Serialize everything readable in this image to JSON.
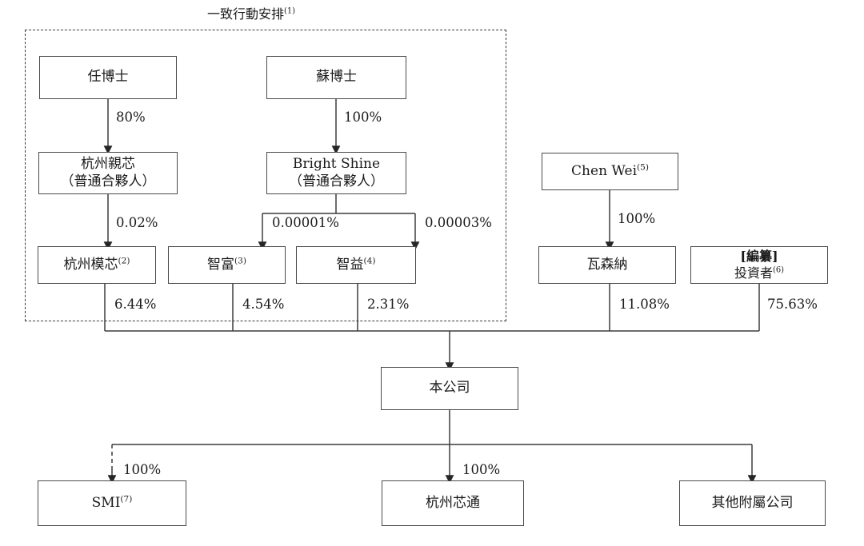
{
  "diagram": {
    "type": "org-chart",
    "title": "Shareholding and corporate structure chart",
    "group_label": {
      "text": "一致行動安排",
      "note": "(1)"
    },
    "nodes": [
      {
        "id": "ren",
        "line1": "任博士",
        "line2": "",
        "note": ""
      },
      {
        "id": "su",
        "line1": "蘇博士",
        "line2": "",
        "note": ""
      },
      {
        "id": "hangzhou-qinxin",
        "line1": "杭州親芯",
        "line2": "（普通合夥人）",
        "note": ""
      },
      {
        "id": "bright-shine",
        "line1": "Bright Shine",
        "line2": "（普通合夥人）",
        "note": ""
      },
      {
        "id": "chen-wei",
        "line1": "Chen Wei",
        "line2": "",
        "note": "(5)"
      },
      {
        "id": "hangzhou-moxin",
        "line1": "杭州模芯",
        "line2": "",
        "note": "(2)"
      },
      {
        "id": "zhifu",
        "line1": "智富",
        "line2": "",
        "note": "(3)"
      },
      {
        "id": "zhiyi",
        "line1": "智益",
        "line2": "",
        "note": "(4)"
      },
      {
        "id": "wasenna",
        "line1": "瓦森納",
        "line2": "",
        "note": ""
      },
      {
        "id": "investor",
        "line1": "[編纂]",
        "line2": "投資者",
        "note": "(6)"
      },
      {
        "id": "company",
        "line1": "本公司",
        "line2": "",
        "note": ""
      },
      {
        "id": "smi",
        "line1": "SMI",
        "line2": "",
        "note": "(7)"
      },
      {
        "id": "hangzhou-xintong",
        "line1": "杭州芯通",
        "line2": "",
        "note": ""
      },
      {
        "id": "other-subs",
        "line1": "其他附屬公司",
        "line2": "",
        "note": ""
      }
    ],
    "edges": [
      {
        "from": "ren",
        "to": "hangzhou-qinxin",
        "label": "80%"
      },
      {
        "from": "su",
        "to": "bright-shine",
        "label": "100%"
      },
      {
        "from": "hangzhou-qinxin",
        "to": "hangzhou-moxin",
        "label": "0.02%"
      },
      {
        "from": "bright-shine",
        "to": "zhifu",
        "label": "0.00001%"
      },
      {
        "from": "bright-shine",
        "to": "zhiyi",
        "label": "0.00003%"
      },
      {
        "from": "chen-wei",
        "to": "wasenna",
        "label": "100%"
      },
      {
        "from": "hangzhou-moxin",
        "to": "company",
        "label": "6.44%"
      },
      {
        "from": "zhifu",
        "to": "company",
        "label": "4.54%"
      },
      {
        "from": "zhiyi",
        "to": "company",
        "label": "2.31%"
      },
      {
        "from": "wasenna",
        "to": "company",
        "label": "11.08%"
      },
      {
        "from": "investor",
        "to": "company",
        "label": "75.63%"
      },
      {
        "from": "company",
        "to": "smi",
        "label": "100%",
        "style": "dashed"
      },
      {
        "from": "company",
        "to": "hangzhou-xintong",
        "label": "100%"
      },
      {
        "from": "company",
        "to": "other-subs",
        "label": ""
      }
    ],
    "colors": {
      "box_border": "#4a4a4a",
      "line": "#3c3c3c",
      "text": "#1a1a1a",
      "background": "#ffffff"
    }
  }
}
